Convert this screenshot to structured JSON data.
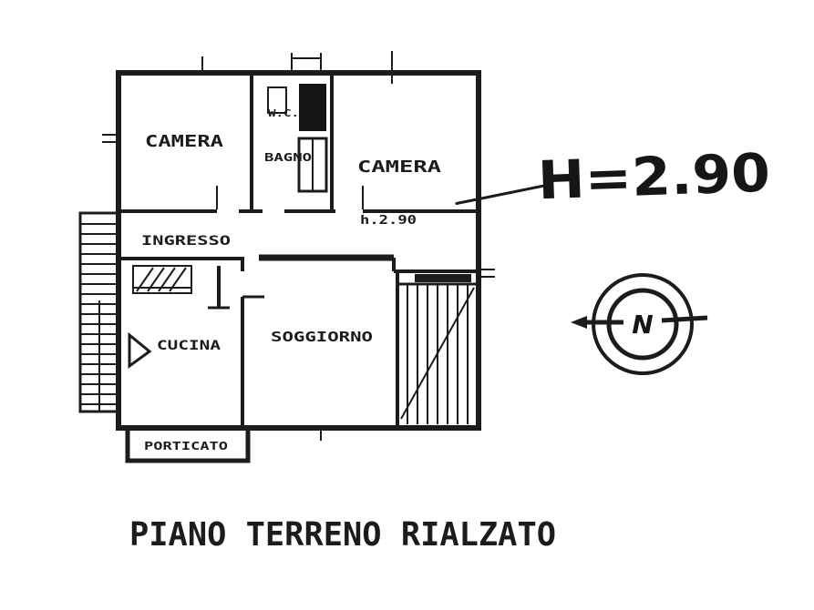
{
  "document": {
    "caption": "PIANO TERRENO RIALZATO"
  },
  "annotations": {
    "height_note": "H=2.90",
    "room_height": "h.2.90",
    "compass_north": "N"
  },
  "rooms": {
    "camera_left": "CAMERA",
    "wc": "W.C.",
    "bagno": "BAGNO",
    "camera_right": "CAMERA",
    "ingresso": "INGRESSO",
    "cucina": "CUCINA",
    "soggiorno": "SOGGIORNO",
    "porticato": "PORTICATO"
  },
  "colors": {
    "ink": "#1c1c1c",
    "paper": "#ffffff"
  }
}
